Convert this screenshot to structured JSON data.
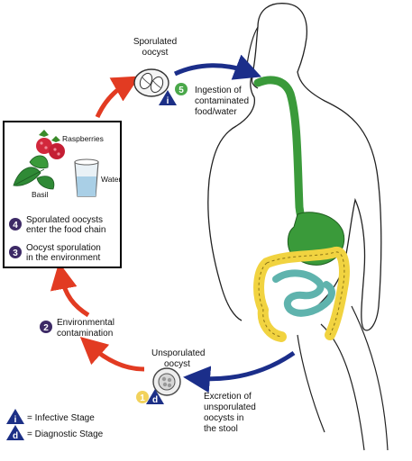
{
  "stages": {
    "s1": {
      "number": "1",
      "text": [
        "Unsporulated",
        "oocyst"
      ]
    },
    "s2": {
      "number": "2",
      "text": [
        "Environmental",
        "contamination"
      ]
    },
    "s3": {
      "number": "3",
      "text": [
        "Oocyst sporulation",
        "in the environment"
      ]
    },
    "s4": {
      "number": "4",
      "text": [
        "Sporulated oocysts",
        "enter the food chain"
      ]
    },
    "s5": {
      "number": "5",
      "text": [
        "Ingestion of",
        "contaminated",
        "food/water"
      ]
    }
  },
  "sporulated_label": [
    "Sporulated",
    "oocyst"
  ],
  "excretion_label": [
    "Excretion of",
    "unsporulated",
    "oocysts in",
    "the stool"
  ],
  "food": {
    "raspberries": "Raspberries",
    "water": "Water",
    "basil": "Basil"
  },
  "legend": {
    "infective": {
      "symbol": "i",
      "text": "= Infective Stage"
    },
    "diagnostic": {
      "symbol": "d",
      "text": "= Diagnostic Stage"
    }
  },
  "colors": {
    "stage_circle": "#3d2a66",
    "stage5_circle": "#4aa84a",
    "stage1_circle": "#f2d25c",
    "triangle": "#1c2f86",
    "red_arrow": "#e23b22",
    "blue_arrow": "#1b2e8a",
    "esophagus": "#3a9a3a",
    "colon": "#f1d340",
    "small_intestine": "#5fb3ad"
  }
}
